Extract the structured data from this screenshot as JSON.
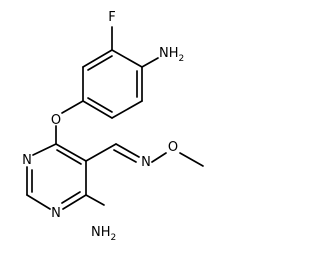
{
  "molecule": {
    "atoms": {
      "fluorine": "F",
      "amine_top": "NH2",
      "amine_top_main": "NH",
      "amine_top_sub": "2",
      "ether_oxygen": "O",
      "pyrimidine_n1": "N",
      "pyrimidine_n3": "N",
      "amine_bottom": "NH2",
      "amine_bottom_main": "NH",
      "amine_bottom_sub": "2",
      "oxime_nitrogen": "N",
      "oxime_oxygen": "O"
    },
    "colors": {
      "bond": "#000000",
      "label": "#000000",
      "background": "#ffffff"
    }
  }
}
